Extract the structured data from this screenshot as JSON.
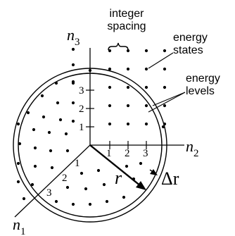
{
  "labels": {
    "integer_spacing_line1": "integer",
    "integer_spacing_line2": "spacing",
    "energy_states_line1": "energy",
    "energy_states_line2": "states",
    "energy_levels_line1": "energy",
    "energy_levels_line2": "levels",
    "radius": "r",
    "delta_r": "Δr"
  },
  "axes": {
    "n1": {
      "base": "n",
      "sub": "1"
    },
    "n2": {
      "base": "n",
      "sub": "2"
    },
    "n3": {
      "base": "n",
      "sub": "3"
    }
  },
  "ticks": {
    "n2": [
      "1",
      "2",
      "3"
    ],
    "n3": [
      "1",
      "2",
      "3"
    ],
    "n1": [
      "1",
      "2",
      "3"
    ]
  }
}
